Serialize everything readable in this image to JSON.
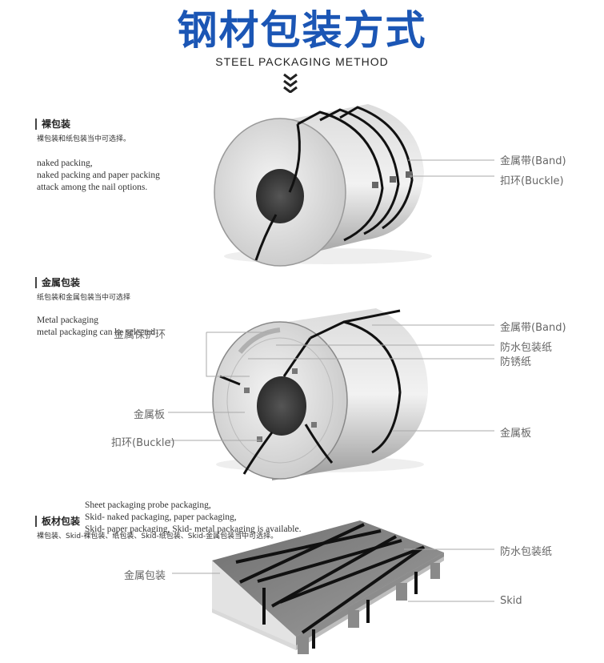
{
  "header": {
    "title_cn": "钢材包装方式",
    "title_en": "STEEL PACKAGING METHOD"
  },
  "sections": [
    {
      "title": "裸包装",
      "subtitle": "裸包装和纸包装当中可选择。",
      "english": [
        "naked packing,",
        "naked packing and paper packing",
        "attack among the nail options."
      ],
      "labels": {
        "band": "金属带(Band)",
        "buckle": "扣环(Buckle)"
      }
    },
    {
      "title": "金属包装",
      "subtitle": "纸包装和金属包装当中可选择",
      "english": [
        "Metal packaging",
        "metal packaging can be selected"
      ],
      "labels": {
        "guard_ring": "金属保护环",
        "band": "金属带(Band)",
        "waterproof_paper": "防水包装纸",
        "antirust_paper": "防锈纸",
        "metal_plate_left": "金属板",
        "metal_plate_right": "金属板",
        "buckle": "扣环(Buckle)"
      }
    },
    {
      "title": "板材包装",
      "subtitle": "裸包装、Skid-裸包装、纸包装、Skid-纸包装、Skid-金属包装当中可选择。",
      "english": [
        "Sheet packaging probe packaging,",
        "Skid- naked packaging, paper packaging,",
        "Skid- paper packaging, Skid- metal packaging is available."
      ],
      "labels": {
        "metal_pack": "金属包装",
        "waterproof_paper": "防水包装纸",
        "skid": "Skid"
      }
    }
  ],
  "colors": {
    "title_blue": "#1b56b5",
    "leader_line": "#aaaaaa"
  }
}
